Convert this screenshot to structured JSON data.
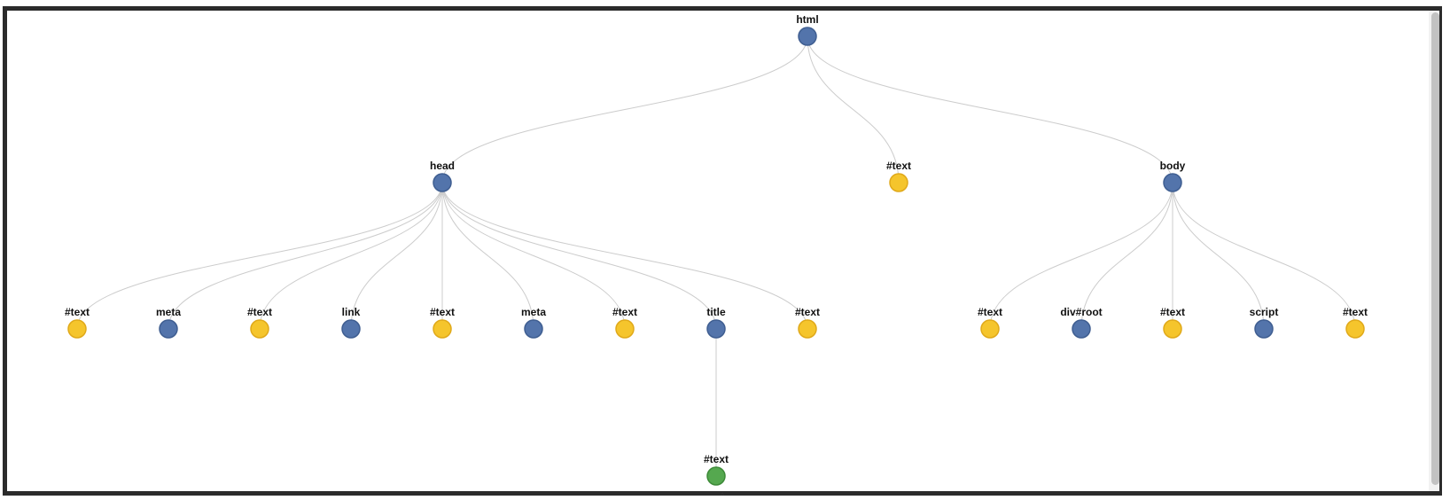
{
  "colors": {
    "element": "#5374ab",
    "element_stroke": "#3f5e91",
    "text": "#f5c52c",
    "text_stroke": "#e0a91a",
    "active_text": "#55a84f",
    "active_text_stroke": "#3d8a38",
    "link": "#cccccc"
  },
  "tree": {
    "root": {
      "label": "html",
      "kind": "element",
      "children": [
        {
          "label": "head",
          "kind": "element",
          "children": [
            {
              "label": "#text",
              "kind": "text"
            },
            {
              "label": "meta",
              "kind": "element"
            },
            {
              "label": "#text",
              "kind": "text"
            },
            {
              "label": "link",
              "kind": "element"
            },
            {
              "label": "#text",
              "kind": "text"
            },
            {
              "label": "meta",
              "kind": "element"
            },
            {
              "label": "#text",
              "kind": "text"
            },
            {
              "label": "title",
              "kind": "element",
              "children": [
                {
                  "label": "#text",
                  "kind": "active_text"
                }
              ]
            },
            {
              "label": "#text",
              "kind": "text"
            }
          ]
        },
        {
          "label": "#text",
          "kind": "text"
        },
        {
          "label": "body",
          "kind": "element",
          "children": [
            {
              "label": "#text",
              "kind": "text"
            },
            {
              "label": "div#root",
              "kind": "element"
            },
            {
              "label": "#text",
              "kind": "text"
            },
            {
              "label": "script",
              "kind": "element"
            },
            {
              "label": "#text",
              "kind": "text"
            }
          ]
        }
      ]
    }
  },
  "caret_glyph": "^"
}
